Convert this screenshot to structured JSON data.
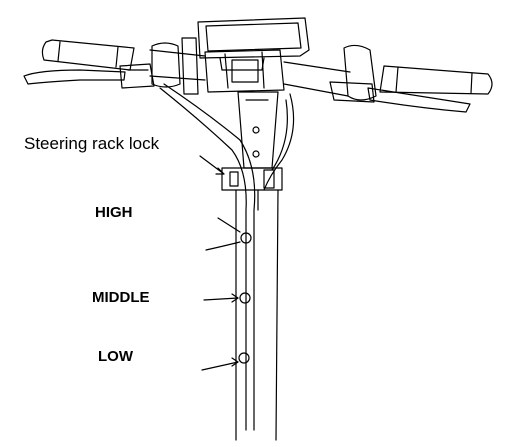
{
  "labels": {
    "steering_lock": "Steering rack lock",
    "high": "HIGH",
    "middle": "MIDDLE",
    "low": "LOW"
  },
  "colors": {
    "line": "#000000",
    "background": "#ffffff"
  }
}
